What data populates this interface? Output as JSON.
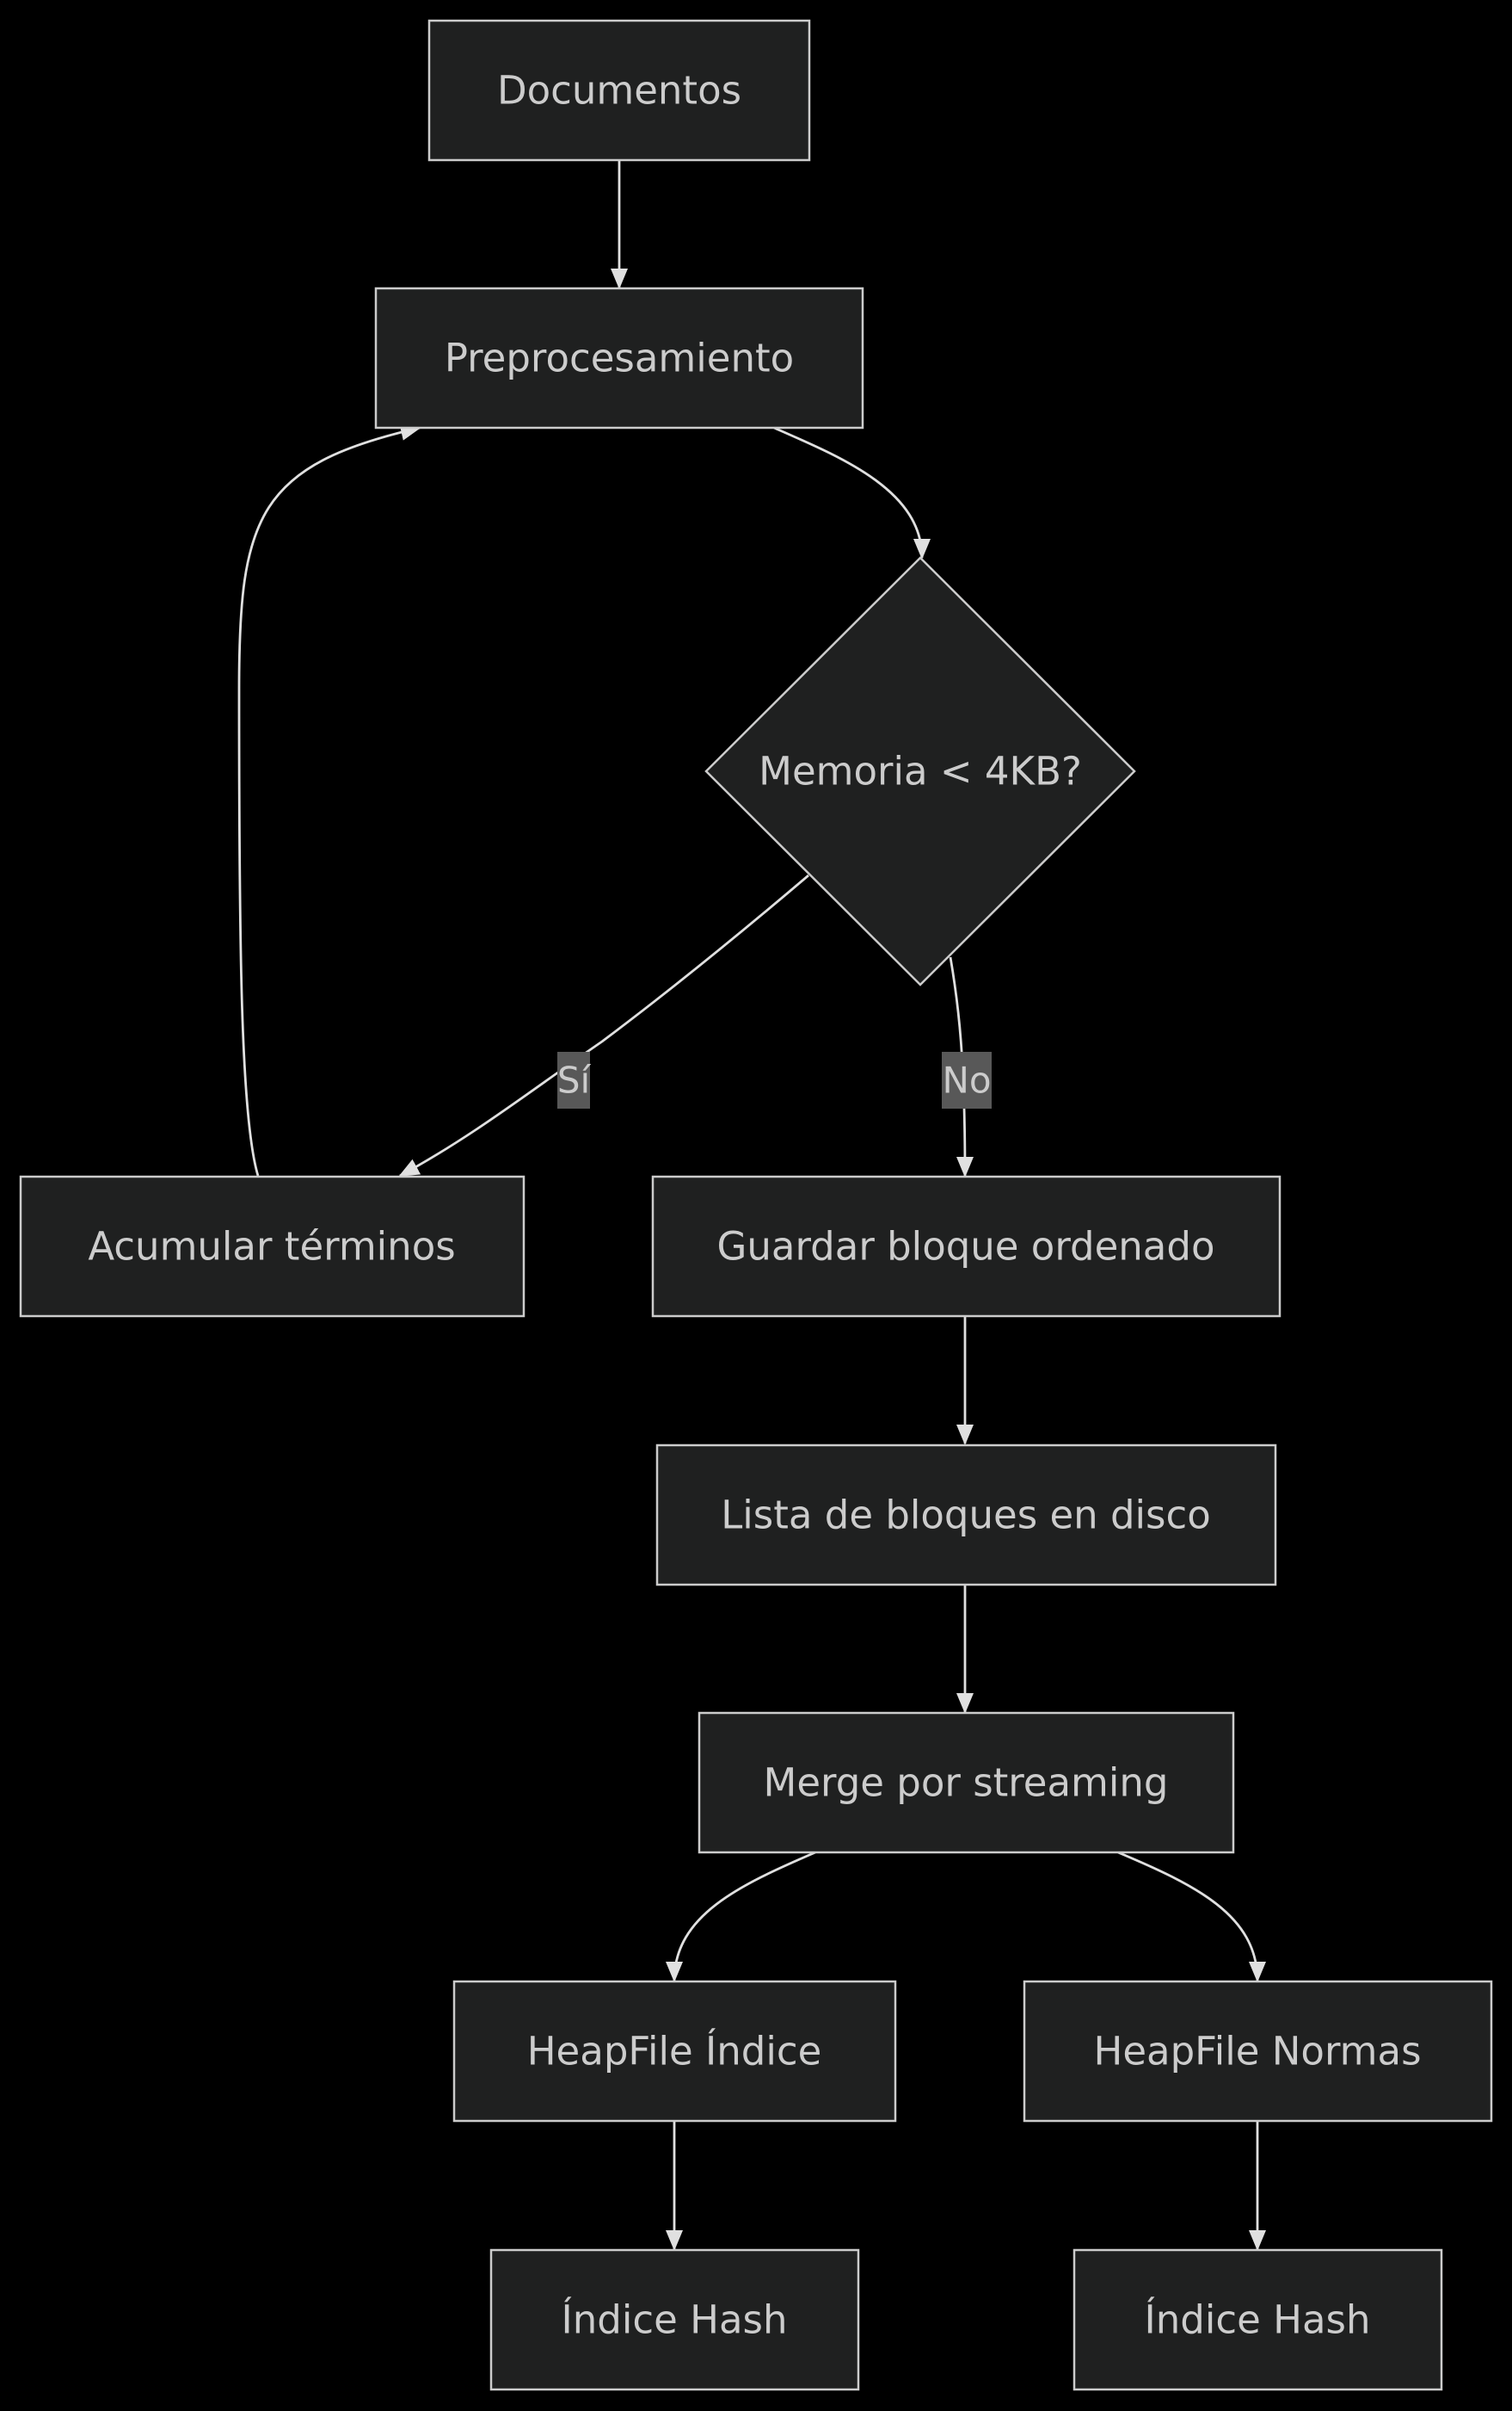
{
  "diagram": {
    "nodes": {
      "documentos": "Documentos",
      "preprocesamiento": "Preprocesamiento",
      "decision": "Memoria < 4KB?",
      "acumular": "Acumular términos",
      "guardar": "Guardar bloque ordenado",
      "lista": "Lista de bloques en disco",
      "merge": "Merge por streaming",
      "heap_indice": "HeapFile Índice",
      "heap_normas": "HeapFile Normas",
      "hash_indice": "Índice Hash",
      "hash_normas": "Índice Hash"
    },
    "edge_labels": {
      "si": "Sí",
      "no": "No"
    }
  }
}
